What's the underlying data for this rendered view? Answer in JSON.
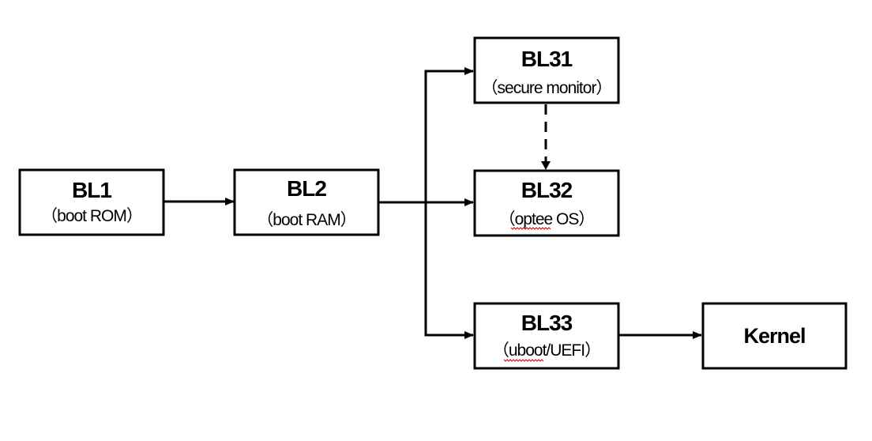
{
  "diagram": {
    "nodes": {
      "bl1": {
        "title": "BL1",
        "subtitle": "（boot ROM）"
      },
      "bl2": {
        "title": "BL2",
        "subtitle": "（boot RAM）"
      },
      "bl31": {
        "title": "BL31",
        "subtitle": "（secure monitor）"
      },
      "bl32": {
        "title": "BL32",
        "subtitle": "（optee OS）"
      },
      "bl33": {
        "title": "BL33",
        "subtitle": "（uboot/UEFI）"
      },
      "kernel": {
        "title": "Kernel"
      }
    },
    "edges": [
      {
        "from": "bl1",
        "to": "bl2",
        "style": "solid"
      },
      {
        "from": "bl2",
        "to": "bl31",
        "style": "solid"
      },
      {
        "from": "bl2",
        "to": "bl32",
        "style": "solid"
      },
      {
        "from": "bl2",
        "to": "bl33",
        "style": "solid"
      },
      {
        "from": "bl31",
        "to": "bl32",
        "style": "dashed"
      },
      {
        "from": "bl33",
        "to": "kernel",
        "style": "solid"
      }
    ],
    "colors": {
      "stroke": "#000000",
      "background": "#ffffff",
      "spellcheck_underline": "#d40000"
    }
  }
}
